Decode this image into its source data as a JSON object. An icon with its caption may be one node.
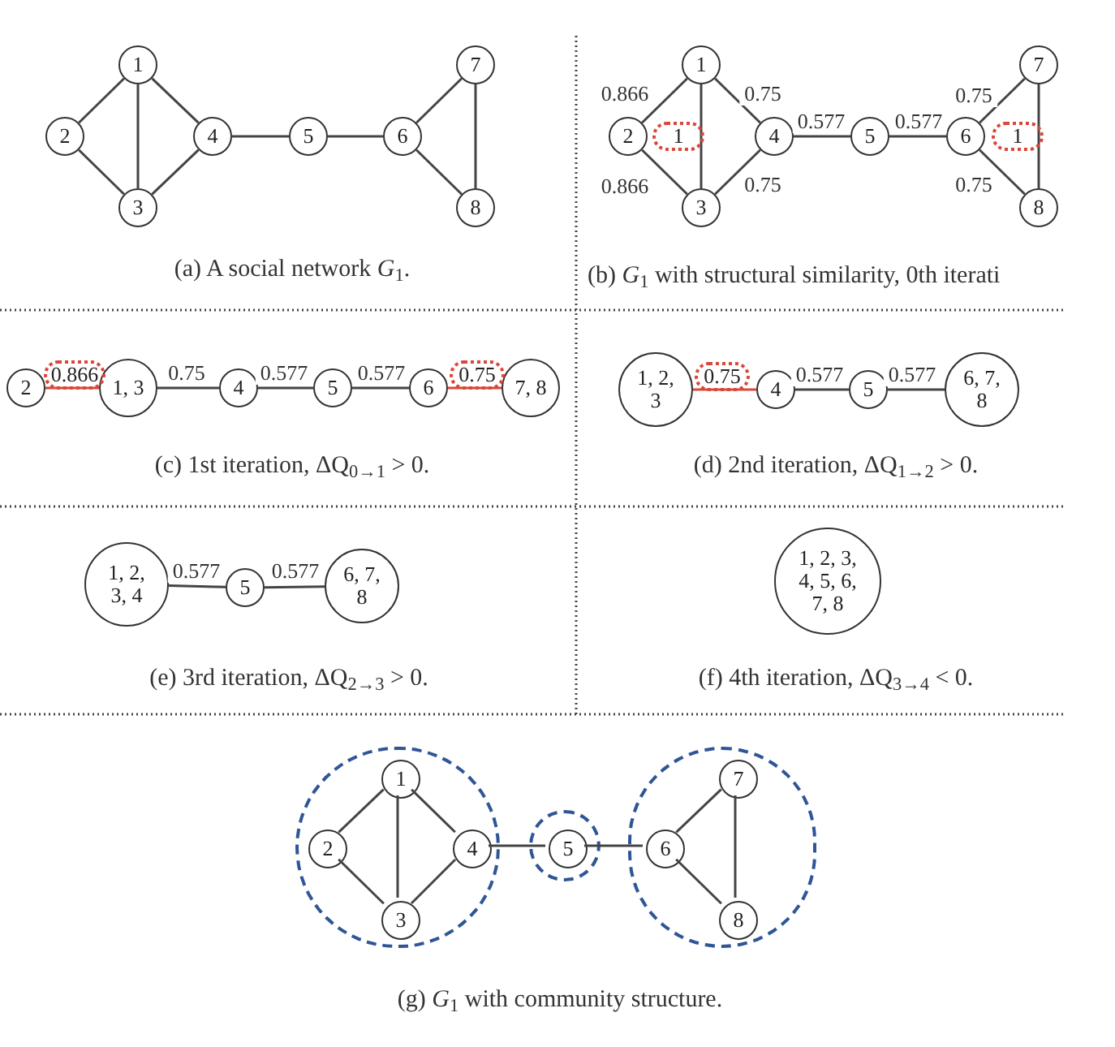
{
  "diagram": {
    "nodes": [
      {
        "text": [
          "1"
        ]
      },
      {
        "text": [
          "2"
        ]
      },
      {
        "text": [
          "3"
        ]
      },
      {
        "text": [
          "4"
        ]
      },
      {
        "text": [
          "5"
        ]
      },
      {
        "text": [
          "6"
        ]
      },
      {
        "text": [
          "7"
        ]
      },
      {
        "text": [
          "8"
        ]
      },
      {
        "text": [
          "1"
        ]
      },
      {
        "text": [
          "2"
        ]
      },
      {
        "text": [
          "3"
        ]
      },
      {
        "text": [
          "4"
        ]
      },
      {
        "text": [
          "5"
        ]
      },
      {
        "text": [
          "6"
        ]
      },
      {
        "text": [
          "7"
        ]
      },
      {
        "text": [
          "8"
        ]
      },
      {
        "text": [
          "1"
        ]
      },
      {
        "text": [
          "1"
        ]
      },
      {
        "text": [
          "2"
        ]
      },
      {
        "text": [
          "1, 3"
        ]
      },
      {
        "text": [
          "4"
        ]
      },
      {
        "text": [
          "5"
        ]
      },
      {
        "text": [
          "6"
        ]
      },
      {
        "text": [
          "7, 8"
        ]
      },
      {
        "text": [
          "1, 2, 3"
        ]
      },
      {
        "text": [
          "4"
        ]
      },
      {
        "text": [
          "5"
        ]
      },
      {
        "text": [
          "6, 7, 8"
        ]
      },
      {
        "text": [
          "1, 2, 3, 4"
        ]
      },
      {
        "text": [
          "5"
        ]
      },
      {
        "text": [
          "6, 7, 8"
        ]
      },
      {
        "text": [
          "1, 2, 3, 4, 5, 6, 7, 8"
        ]
      },
      {
        "text": [],
        "shape": "circle"
      },
      {
        "text": [
          "1"
        ],
        "in": 32
      },
      {
        "text": [
          "2"
        ],
        "in": 32
      },
      {
        "text": [
          "3"
        ],
        "in": 32
      },
      {
        "text": [
          "4"
        ],
        "in": 32
      },
      {
        "text": [],
        "shape": "circle"
      },
      {
        "text": [
          "5"
        ],
        "in": 37
      },
      {
        "text": [],
        "shape": "circle"
      },
      {
        "text": [
          "6"
        ],
        "in": 39
      },
      {
        "text": [
          "7"
        ],
        "in": 39
      },
      {
        "text": [
          "8"
        ],
        "in": 39
      },
      {
        "text": [
          "0.866"
        ]
      },
      {
        "text": [
          "0.75"
        ]
      },
      {
        "text": [
          "0.75"
        ]
      }
    ],
    "edges": [
      {
        "from": 0,
        "to": 1,
        "arrow": "none"
      },
      {
        "from": 0,
        "to": 2,
        "arrow": "none"
      },
      {
        "from": 0,
        "to": 3,
        "arrow": "none"
      },
      {
        "from": 1,
        "to": 2,
        "arrow": "none"
      },
      {
        "from": 2,
        "to": 3,
        "arrow": "none"
      },
      {
        "from": 3,
        "to": 4,
        "arrow": "none"
      },
      {
        "from": 4,
        "to": 5,
        "arrow": "none"
      },
      {
        "from": 5,
        "to": 6,
        "arrow": "none"
      },
      {
        "from": 5,
        "to": 7,
        "arrow": "none"
      },
      {
        "from": 6,
        "to": 7,
        "arrow": "none"
      },
      {
        "from": 8,
        "to": 9,
        "arrow": "none",
        "label": "0.866"
      },
      {
        "from": 8,
        "to": 10,
        "arrow": "none"
      },
      {
        "from": 8,
        "to": 11,
        "arrow": "none",
        "label": "0.75"
      },
      {
        "from": 9,
        "to": 10,
        "arrow": "none",
        "label": "0.866"
      },
      {
        "from": 10,
        "to": 11,
        "arrow": "none",
        "label": "0.75"
      },
      {
        "from": 11,
        "to": 12,
        "arrow": "none",
        "label": "0.577"
      },
      {
        "from": 12,
        "to": 13,
        "arrow": "none",
        "label": "0.577"
      },
      {
        "from": 13,
        "to": 14,
        "arrow": "none",
        "label": "0.75"
      },
      {
        "from": 13,
        "to": 15,
        "arrow": "none",
        "label": "0.75"
      },
      {
        "from": 14,
        "to": 15,
        "arrow": "none"
      },
      {
        "from": 18,
        "to": 19,
        "arrow": "none",
        "color": "#d9473b"
      },
      {
        "from": 19,
        "to": 20,
        "arrow": "none",
        "label": "0.75"
      },
      {
        "from": 20,
        "to": 21,
        "arrow": "none",
        "label": "0.577"
      },
      {
        "from": 21,
        "to": 22,
        "arrow": "none",
        "label": "0.577"
      },
      {
        "from": 22,
        "to": 23,
        "arrow": "none",
        "color": "#d9473b"
      },
      {
        "from": 24,
        "to": 25,
        "arrow": "none",
        "color": "#d9473b"
      },
      {
        "from": 25,
        "to": 26,
        "arrow": "none",
        "label": "0.577"
      },
      {
        "from": 26,
        "to": 27,
        "arrow": "none",
        "label": "0.577"
      },
      {
        "from": 28,
        "to": 29,
        "arrow": "none",
        "label": "0.577"
      },
      {
        "from": 29,
        "to": 30,
        "arrow": "none",
        "label": "0.577"
      },
      {
        "from": 33,
        "to": 34,
        "arrow": "none"
      },
      {
        "from": 33,
        "to": 35,
        "arrow": "none"
      },
      {
        "from": 33,
        "to": 36,
        "arrow": "none"
      },
      {
        "from": 34,
        "to": 35,
        "arrow": "none"
      },
      {
        "from": 35,
        "to": 36,
        "arrow": "none"
      },
      {
        "from": 36,
        "to": 38,
        "arrow": "none"
      },
      {
        "from": 38,
        "to": 40,
        "arrow": "none"
      },
      {
        "from": 40,
        "to": 41,
        "arrow": "none"
      },
      {
        "from": 40,
        "to": 42,
        "arrow": "none"
      },
      {
        "from": 41,
        "to": 42,
        "arrow": "none"
      }
    ],
    "labels": [
      "(a) A social network *G*$_{1}$.",
      "(b) *G*$_{1}$ with structural similarity, 0th iterati",
      "(c) 1st iteration, ΔQ$_{0→1}$ > 0.",
      "(d) 2nd iteration, ΔQ$_{1→2}$ > 0.",
      "(e) 3rd iteration, ΔQ$_{2→3}$ > 0.",
      "(f) 4th iteration, ΔQ$_{3→4}$ < 0.",
      "(g) *G*$_{1}$ with community structure."
    ]
  }
}
